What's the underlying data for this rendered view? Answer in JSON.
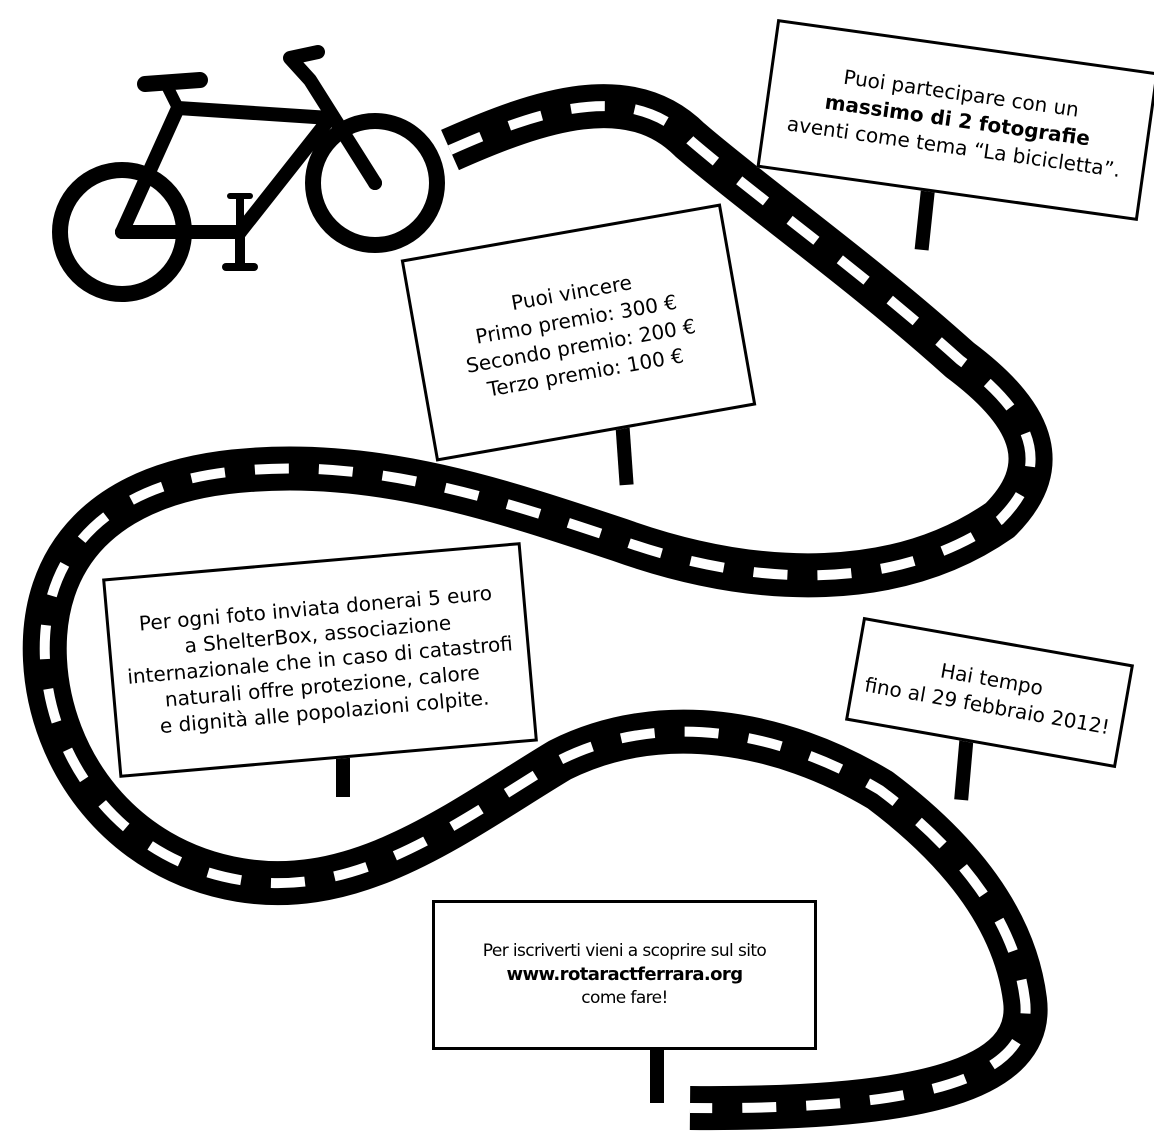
{
  "signs": {
    "participate": {
      "line1": "Puoi partecipare con un",
      "line2_bold": "massimo di 2 fotografie",
      "line3": "aventi come tema “La bicicletta”."
    },
    "prizes": {
      "line1": "Puoi vincere",
      "line2": "Primo premio: 300 €",
      "line3": "Secondo premio: 200 €",
      "line4": "Terzo premio: 100 €"
    },
    "donation": {
      "line1": "Per ogni foto inviata donerai 5 euro",
      "line2": "a ShelterBox, associazione",
      "line3": "internazionale che in caso di catastrofi",
      "line4": "naturali offre protezione,  calore",
      "line5": "e dignità alle popolazioni colpite."
    },
    "deadline": {
      "line1": "Hai tempo",
      "line2": "fino al 29 febbraio 2012!"
    },
    "register": {
      "line1": "Per iscriverti vieni a scoprire sul sito",
      "line2_bold": "www.rotaractferrara.org",
      "line3": "come fare!"
    }
  },
  "icons": {
    "bicycle": "bicycle-icon",
    "road": "winding-road"
  },
  "colors": {
    "ink": "#000000",
    "paper": "#ffffff"
  }
}
